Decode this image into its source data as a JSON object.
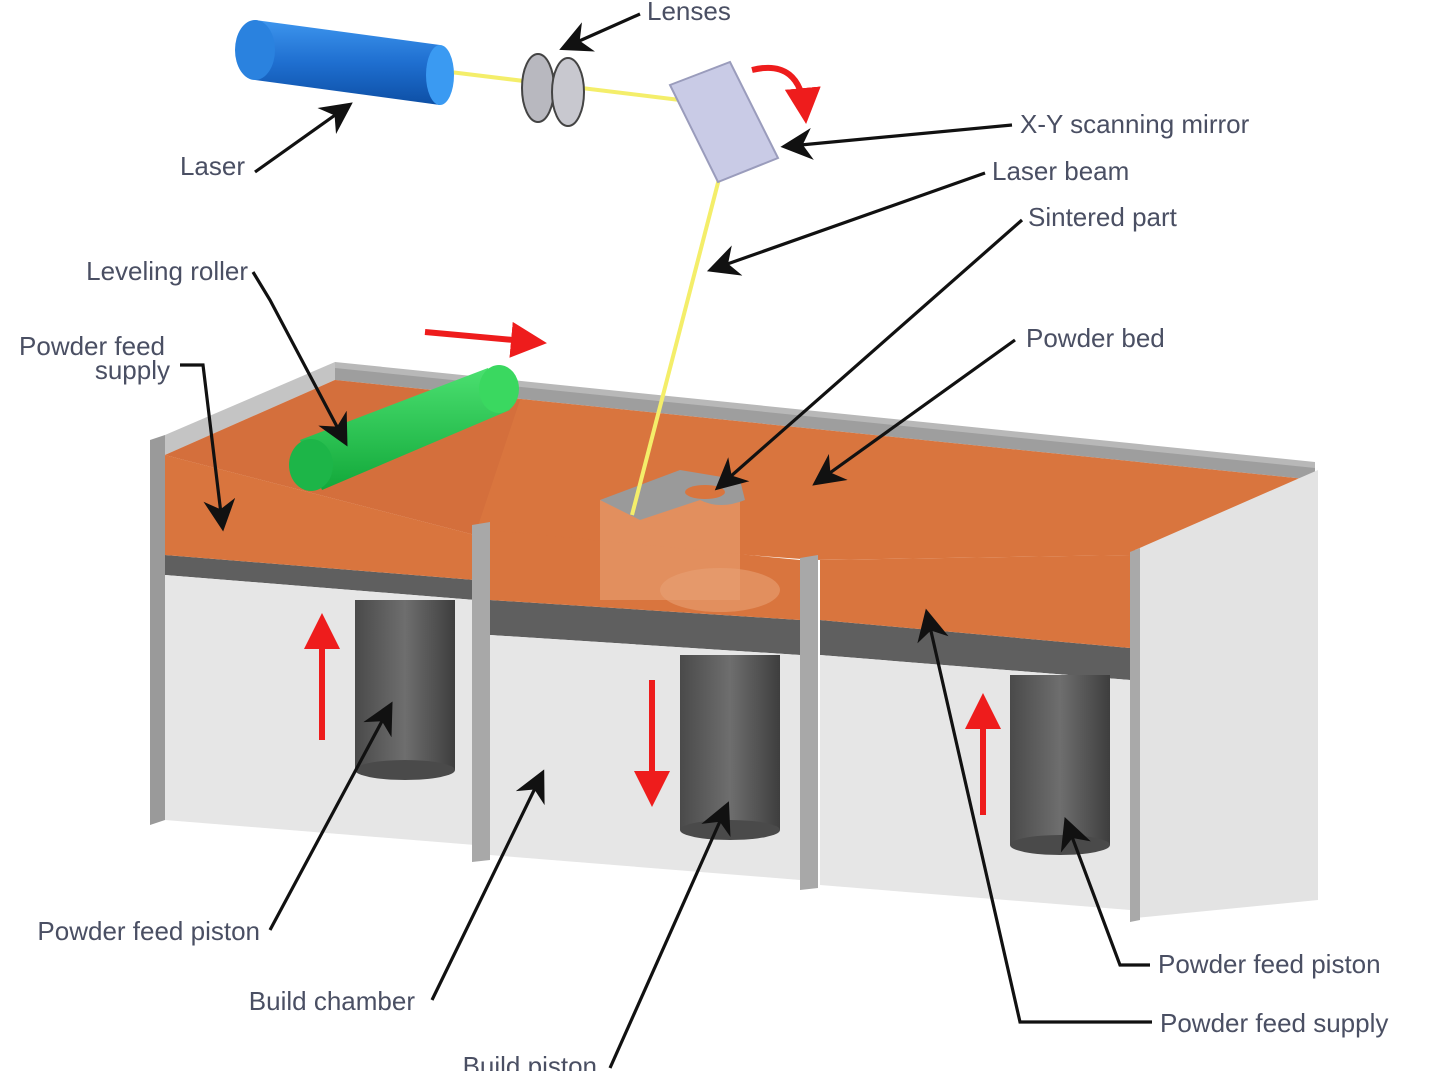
{
  "labels": {
    "lenses": "Lenses",
    "laser": "Laser",
    "xy_mirror": "X-Y scanning mirror",
    "laser_beam": "Laser beam",
    "sintered_part": "Sintered part",
    "leveling_roller": "Leveling roller",
    "powder_feed_supply_left_line1": "Powder feed",
    "powder_feed_supply_left_line2": "supply",
    "powder_bed": "Powder bed",
    "powder_feed_piston_left": "Powder feed piston",
    "build_chamber": "Build chamber",
    "build_piston": "Build piston",
    "powder_feed_piston_right": "Powder feed piston",
    "powder_feed_supply_right": "Powder feed supply"
  },
  "colors": {
    "laser_body": "#1f78d1",
    "beam": "#f4ee6a",
    "mirror": "#c9cbe6",
    "roller": "#22c24a",
    "powder": "#d9753e",
    "wall": "#d6d6d6",
    "piston": "#5a5a5a",
    "motion_arrow": "#ee1c1c"
  }
}
